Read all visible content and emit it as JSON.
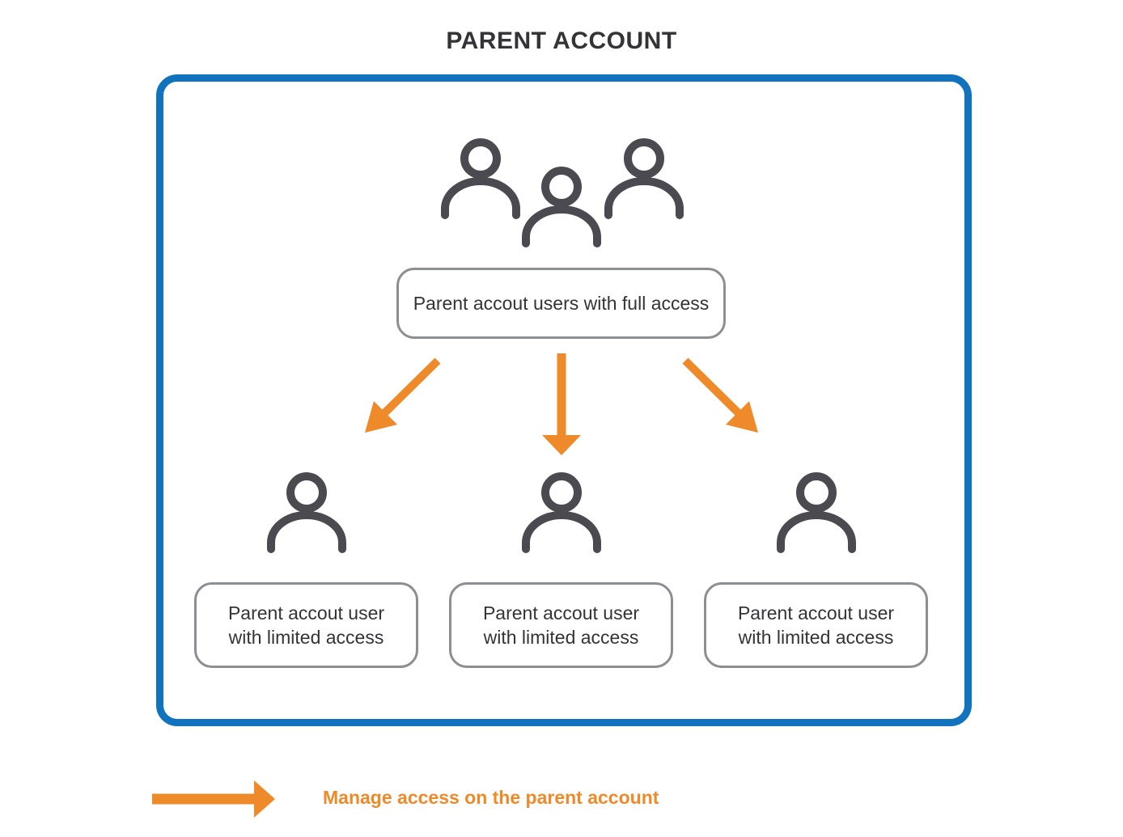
{
  "title": "PARENT ACCOUNT",
  "colors": {
    "frame": "#1173be",
    "arrow": "#ee8a2a",
    "icon": "#4a4a50",
    "node_border": "#8d8d94"
  },
  "icons": {
    "top_group": "user-group-icon",
    "child": "user-icon"
  },
  "top_node": {
    "label": "Parent accout users with full access"
  },
  "child_nodes": [
    {
      "line1": "Parent accout user",
      "line2": "with limited access"
    },
    {
      "line1": "Parent accout user",
      "line2": "with limited access"
    },
    {
      "line1": "Parent accout user",
      "line2": "with limited access"
    }
  ],
  "legend": {
    "label": "Manage access on the parent account"
  }
}
